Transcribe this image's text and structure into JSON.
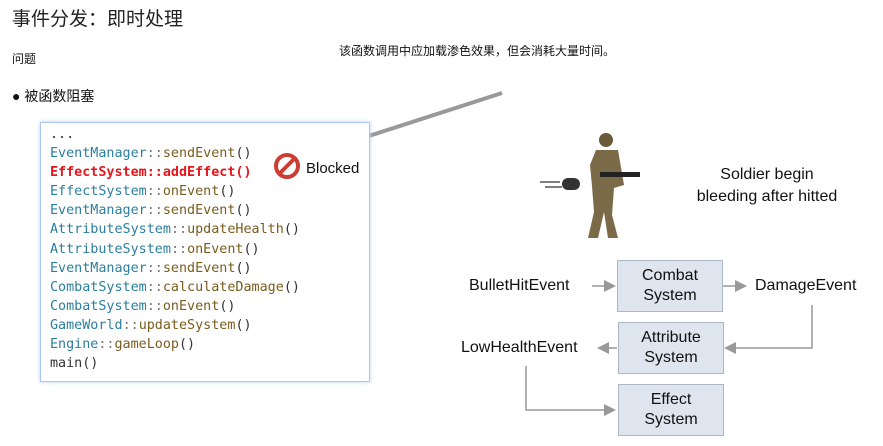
{
  "title": "事件分发：即时处理",
  "problem_label": "问题",
  "bullet_text": "● 被函数阻塞",
  "note": "该函数调用中应加载渗色效果，但会消耗大量时间。",
  "call_stack": [
    {
      "plain": "..."
    },
    {
      "cls": "EventManager",
      "fn": "sendEvent"
    },
    {
      "cls": "EffectSystem",
      "fn": "addEffect",
      "highlight": true
    },
    {
      "cls": "EffectSystem",
      "fn": "onEvent"
    },
    {
      "cls": "EventManager",
      "fn": "sendEvent"
    },
    {
      "cls": "AttributeSystem",
      "fn": "updateHealth"
    },
    {
      "cls": "AttributeSystem",
      "fn": "onEvent"
    },
    {
      "cls": "EventManager",
      "fn": "sendEvent"
    },
    {
      "cls": "CombatSystem",
      "fn": "calculateDamage"
    },
    {
      "cls": "CombatSystem",
      "fn": "onEvent"
    },
    {
      "cls": "GameWorld",
      "fn": "updateSystem"
    },
    {
      "cls": "Engine",
      "fn": "gameLoop"
    },
    {
      "plain": "main()"
    }
  ],
  "blocked_label": "Blocked",
  "soldier_caption": "Soldier begin bleeding after hitted",
  "flow": {
    "bullet_hit": "BulletHitEvent",
    "combat": "Combat System",
    "damage": "DamageEvent",
    "attribute": "Attribute System",
    "low_health": "LowHealthEvent",
    "effect": "Effect System"
  },
  "colors": {
    "highlight": "#e8141b",
    "box": "#dfe5ee",
    "arrow": "#999999"
  }
}
